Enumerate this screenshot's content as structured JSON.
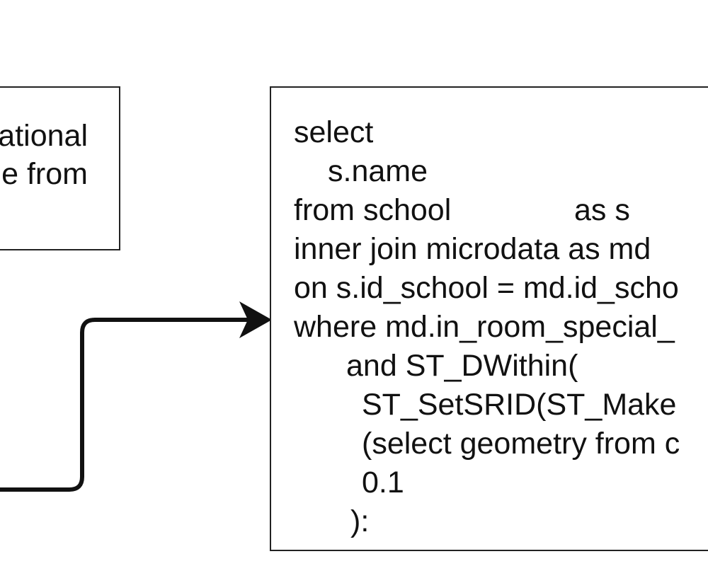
{
  "left_box": {
    "lines": [
      "ational",
      "e from"
    ]
  },
  "sql_box": {
    "lines": [
      "select",
      "s.name",
      "from school",
      "as s",
      "inner join microdata as md",
      "on s.id_school = md.id_scho",
      "where md.in_room_special_",
      "and ST_DWithin(",
      "ST_SetSRID(ST_Make",
      "(select geometry from c",
      "0.1",
      "):"
    ]
  },
  "colors": {
    "line": "#111111",
    "border": "#222222",
    "background": "#ffffff"
  }
}
